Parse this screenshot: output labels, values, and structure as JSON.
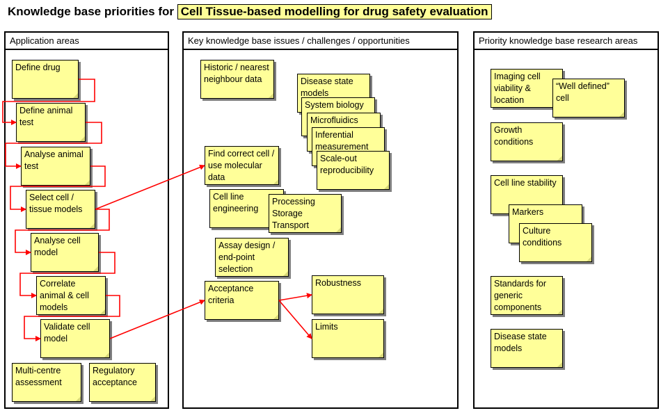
{
  "title": {
    "prefix": "Knowledge base priorities for",
    "highlight": "Cell Tissue-based modelling for drug safety evaluation"
  },
  "panels": {
    "application": "Application areas",
    "issues": "Key knowledge base issues / challenges / opportunities",
    "research": "Priority knowledge base research areas"
  },
  "application": {
    "define_drug": "Define drug",
    "define_animal_test": "Define animal test",
    "analyse_animal_test": "Analyse animal test",
    "select_cell": "Select cell / tissue models",
    "analyse_cell": "Analyse cell model",
    "correlate": "Correlate animal & cell models",
    "validate": "Validate cell model",
    "multicentre": "Multi-centre assessment",
    "regulatory": "Regulatory acceptance"
  },
  "issues": {
    "historic": "Historic / nearest neighbour data",
    "disease_state": "Disease  state models",
    "system_biology": "System biology",
    "microfluidics": "Microfluidics",
    "inferential": "Inferential measurement",
    "scale_out": "Scale-out reproducibility",
    "find_cell": "Find correct cell / use molecular data",
    "cell_line_eng": "Cell line engineering",
    "processing": "Processing Storage Transport",
    "assay": "Assay design / end-point selection",
    "acceptance": "Acceptance criteria",
    "robustness": "Robustness",
    "limits": "Limits"
  },
  "research": {
    "imaging": "Imaging cell viability & location",
    "well_defined": "“Well defined” cell",
    "growth": "Growth conditions",
    "cell_line_stability": "Cell line stability",
    "markers": "Markers",
    "culture": "Culture conditions",
    "standards": "Standards for generic components",
    "disease_models": "Disease  state models"
  },
  "colors": {
    "note_fill": "#ffff99",
    "flow_connector": "#ff0000"
  }
}
